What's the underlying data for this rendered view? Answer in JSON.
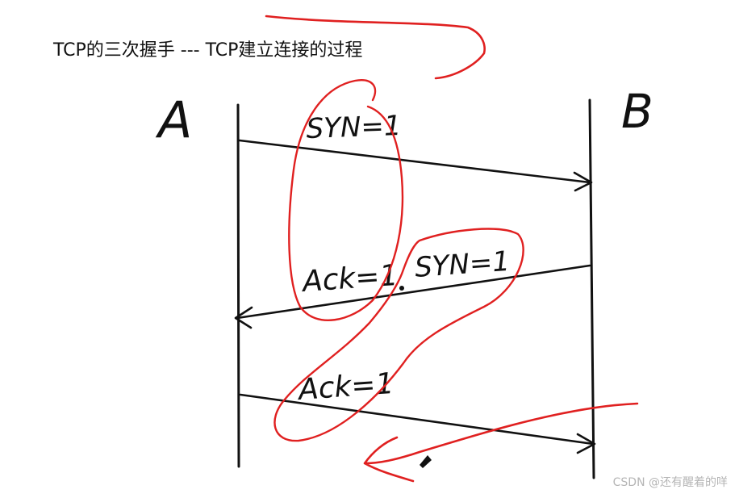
{
  "title": "TCP的三次握手 --- TCP建立连接的过程",
  "nodes": {
    "a": "A",
    "b": "B"
  },
  "messages": [
    {
      "label": "SYN=1",
      "from": "A",
      "to": "B"
    },
    {
      "label_ack": "Ack=1",
      "label_syn": "SYN=1",
      "from": "B",
      "to": "A"
    },
    {
      "label": "Ack=1",
      "from": "A",
      "to": "B"
    }
  ],
  "colors": {
    "ink": "#111111",
    "annotation": "#e02020",
    "watermark": "#b5b5b5"
  },
  "watermark": "CSDN @还有醒着的咩"
}
